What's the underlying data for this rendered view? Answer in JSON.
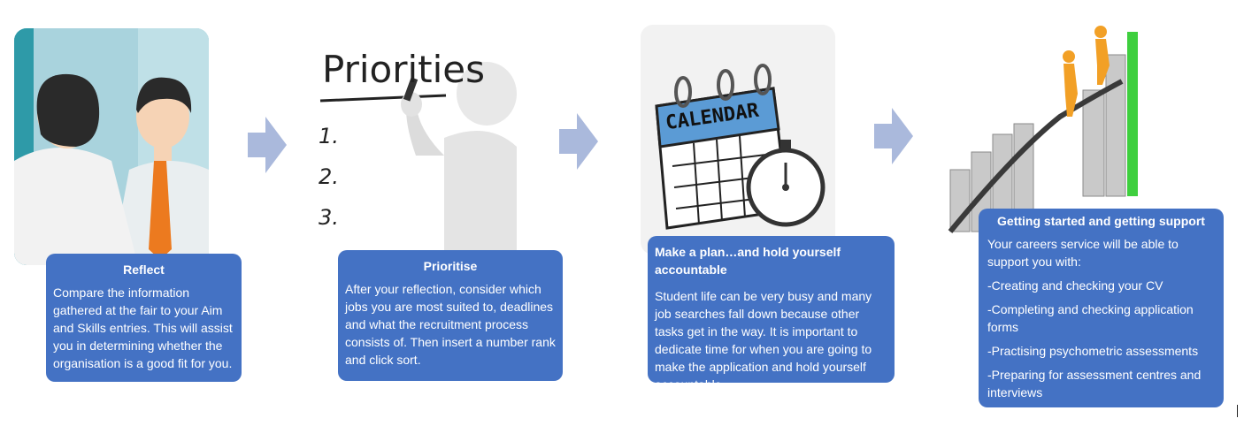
{
  "steps": [
    {
      "title": "Reflect",
      "body": "Compare the information gathered at the fair to your Aim and Skills entries. This will assist you in determining whether the organisation is a good fit for you."
    },
    {
      "title": "Prioritise",
      "body": "After your reflection, consider which jobs you are most suited to, deadlines and what the recruitment process consists of. Then insert a number rank and click sort."
    },
    {
      "title": "Make a plan…and hold yourself accountable",
      "body": "Student life can be very busy and many job searches fall down because other tasks get in the way. It is important to dedicate time for when you are going to make the application and hold yourself accountable."
    },
    {
      "title": "Getting started and getting support",
      "intro": "Your careers service will be able to support you with:",
      "items": [
        "-Creating and checking your CV",
        "-Completing and checking application forms",
        "-Practising psychometric assessments",
        "-Preparing for assessment centres and interviews"
      ]
    }
  ],
  "images": {
    "priorities_heading": "Priorities",
    "priorities_numbers": [
      "1.",
      "2.",
      "3."
    ],
    "calendar_label": "CALENDAR"
  },
  "colors": {
    "card": "#4472c4",
    "arrow": "#aab9dc",
    "growth": "#3ecf3e"
  }
}
